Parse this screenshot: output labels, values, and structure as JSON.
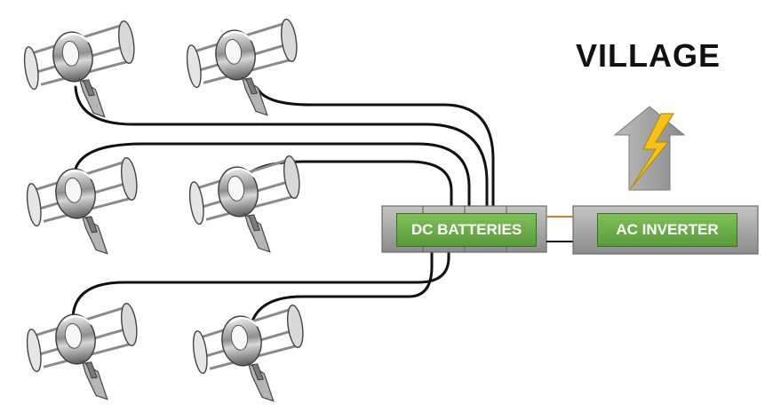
{
  "title": "VILLAGE",
  "batteries": {
    "label": "DC BATTERIES"
  },
  "inverter": {
    "label": "AC INVERTER"
  },
  "colors": {
    "battery_housing": "#a9a9a9",
    "label_green": "#6aae45",
    "arrow_gray": "#9a9a9a",
    "bolt_yellow": "#f4c21b",
    "cable": "#111111",
    "ac_wire": "#e07b2c"
  },
  "icons": [
    "wind-turbine-icon",
    "lightning-bolt-icon",
    "up-arrow-icon"
  ]
}
